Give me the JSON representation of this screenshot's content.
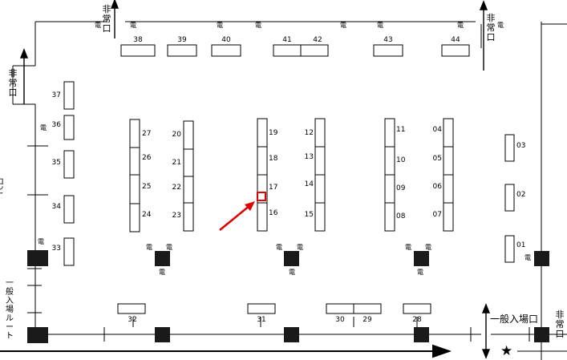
{
  "booths": [
    {
      "id": "38"
    },
    {
      "id": "39"
    },
    {
      "id": "40"
    },
    {
      "id": "41"
    },
    {
      "id": "42"
    },
    {
      "id": "43"
    },
    {
      "id": "44"
    },
    {
      "id": "37"
    },
    {
      "id": "36"
    },
    {
      "id": "35"
    },
    {
      "id": "34"
    },
    {
      "id": "33"
    },
    {
      "id": "27"
    },
    {
      "id": "26"
    },
    {
      "id": "25"
    },
    {
      "id": "24"
    },
    {
      "id": "20"
    },
    {
      "id": "21"
    },
    {
      "id": "22"
    },
    {
      "id": "23"
    },
    {
      "id": "19"
    },
    {
      "id": "18"
    },
    {
      "id": "17"
    },
    {
      "id": "16"
    },
    {
      "id": "12"
    },
    {
      "id": "13"
    },
    {
      "id": "14"
    },
    {
      "id": "15"
    },
    {
      "id": "11"
    },
    {
      "id": "10"
    },
    {
      "id": "09"
    },
    {
      "id": "08"
    },
    {
      "id": "04"
    },
    {
      "id": "05"
    },
    {
      "id": "06"
    },
    {
      "id": "07"
    },
    {
      "id": "03"
    },
    {
      "id": "02"
    },
    {
      "id": "01"
    },
    {
      "id": "32"
    },
    {
      "id": "31"
    },
    {
      "id": "30"
    },
    {
      "id": "29"
    },
    {
      "id": "28"
    }
  ],
  "labels": {
    "emergency_exit": "非常口",
    "general_entrance": "一般入場口",
    "general_entrance_route": "一般入場ルート",
    "power_outlet": "電",
    "star": "★",
    "cut_off_left": "ロビ"
  },
  "highlight": {
    "booth": "17",
    "color": "#e00000"
  }
}
